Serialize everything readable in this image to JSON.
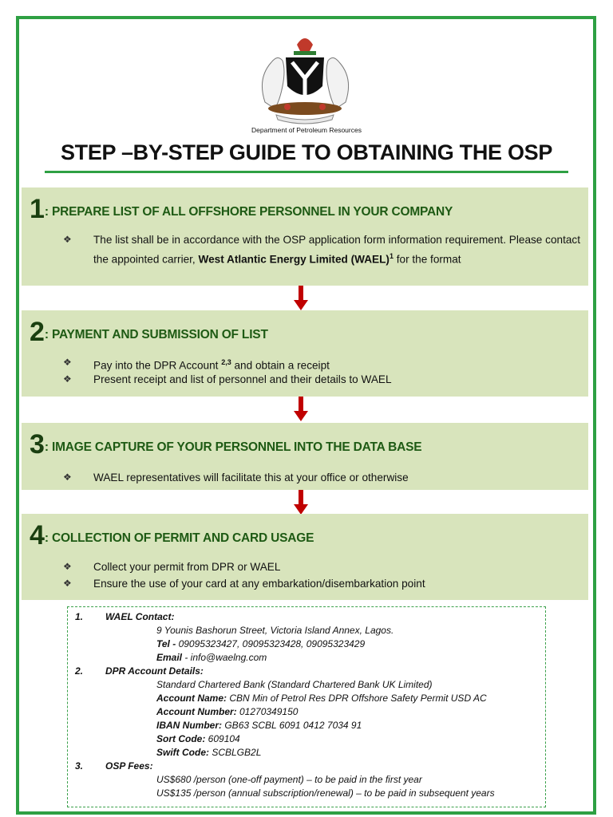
{
  "header": {
    "crest_icon": "nigeria-coat-of-arms",
    "department": "Department of Petroleum Resources",
    "title": "STEP –BY-STEP GUIDE TO OBTAINING THE OSP"
  },
  "steps": [
    {
      "number": "1",
      "heading": ": PREPARE LIST OF ALL OFFSHORE PERSONNEL IN YOUR COMPANY",
      "bullets": [
        {
          "pre": "The list shall be in accordance with the OSP application form information requirement. Please contact the appointed carrier, ",
          "bold": "West Atlantic Energy Limited (WAEL)",
          "sup": "1",
          "post": " for the format"
        }
      ]
    },
    {
      "number": "2",
      "heading": ": PAYMENT AND SUBMISSION OF LIST",
      "bullets": [
        {
          "pre": "Pay into the DPR Account ",
          "sup": "2,3",
          "post": " and obtain a receipt"
        },
        {
          "pre": "Present receipt and list of personnel and their details to WAEL"
        }
      ]
    },
    {
      "number": "3",
      "heading": ": IMAGE CAPTURE OF YOUR PERSONNEL INTO THE DATA BASE",
      "bullets": [
        {
          "pre": "WAEL representatives will facilitate this at your office or otherwise"
        }
      ]
    },
    {
      "number": "4",
      "heading": ": COLLECTION OF PERMIT AND CARD USAGE",
      "bullets": [
        {
          "pre": "Collect your permit from DPR or WAEL"
        },
        {
          "pre": "Ensure the use of your card at any embarkation/disembarkation point"
        }
      ]
    }
  ],
  "notes": {
    "n1": "1.",
    "wael_title": "WAEL Contact:",
    "address": "9 Younis Bashorun Street, Victoria Island Annex, Lagos.",
    "tel_label": "Tel -",
    "tel": "   09095323427, 09095323428, 09095323429",
    "email_label": "Email",
    "email": " - info@waelng.com",
    "n2": "2.",
    "dpr_title": "DPR Account  Details:",
    "bank": "Standard Chartered Bank (Standard Chartered Bank UK Limited)",
    "acct_name_label": "Account Name:",
    "acct_name": "   CBN Min of Petrol Res DPR Offshore Safety Permit USD AC",
    "acct_num_label": "Account Number:",
    "acct_num": " 01270349150",
    "iban_label": "IBAN Number:",
    "iban": " GB63 SCBL 6091 0412 7034 91",
    "sort_label": "Sort Code:",
    "sort": " 609104",
    "swift_label": "Swift Code:",
    "swift": " SCBLGB2L",
    "n3": "3.",
    "fees_title": "OSP Fees:",
    "fee1": "US$680 /person (one-off payment) – to be paid in the first year",
    "fee2": "US$135 /person (annual subscription/renewal) – to be paid in subsequent years"
  },
  "colors": {
    "border": "#2ea043",
    "panel": "#d8e4bc",
    "heading": "#1e5a14",
    "arrow": "#c00000"
  }
}
